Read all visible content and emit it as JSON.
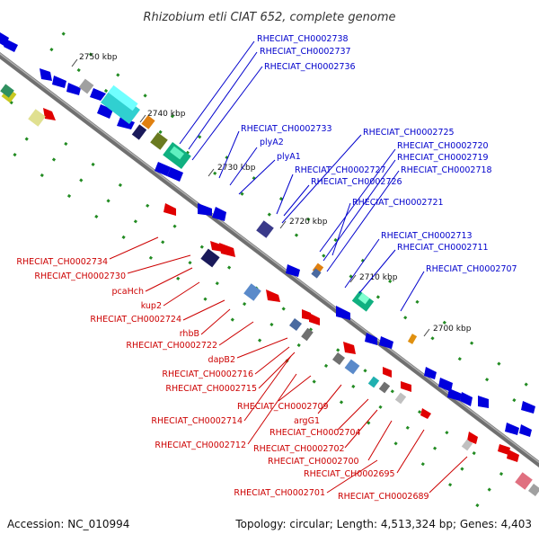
{
  "title": "Rhizobium etli CIAT 652, complete genome",
  "footer": {
    "accession": "Accession: NC_010994",
    "summary": "Topology: circular; Length: 4,513,324 bp; Genes: 4,403"
  },
  "colors": {
    "forward": "#0000dd",
    "reverse": "#e00000",
    "backbone": "#888888",
    "tick": "#228b22"
  },
  "ruler_ticks": [
    "2750 kbp",
    "2740 kbp",
    "2730 kbp",
    "2720 kbp",
    "2710 kbp",
    "2700 kbp"
  ],
  "forward_labels": [
    "RHECIAT_CH0002738",
    "RHECIAT_CH0002737",
    "RHECIAT_CH0002736",
    "RHECIAT_CH0002733",
    "plyA2",
    "plyA1",
    "RHECIAT_CH0002725",
    "RHECIAT_CH0002720",
    "RHECIAT_CH0002719",
    "RHECIAT_CH0002718",
    "RHECIAT_CH0002727",
    "RHECIAT_CH0002726",
    "RHECIAT_CH0002721",
    "RHECIAT_CH0002713",
    "RHECIAT_CH0002711",
    "RHECIAT_CH0002707"
  ],
  "reverse_labels": [
    "RHECIAT_CH0002734",
    "RHECIAT_CH0002730",
    "pcaHch",
    "kup2",
    "RHECIAT_CH0002724",
    "rhbB",
    "RHECIAT_CH0002722",
    "dapB2",
    "RHECIAT_CH0002716",
    "RHECIAT_CH0002715",
    "RHECIAT_CH0002709",
    "RHECIAT_CH0002714",
    "argG1",
    "RHECIAT_CH0002704",
    "RHECIAT_CH0002712",
    "RHECIAT_CH0002702",
    "RHECIAT_CH0002700",
    "RHECIAT_CH0002695",
    "RHECIAT_CH0002701",
    "RHECIAT_CH0002689"
  ]
}
